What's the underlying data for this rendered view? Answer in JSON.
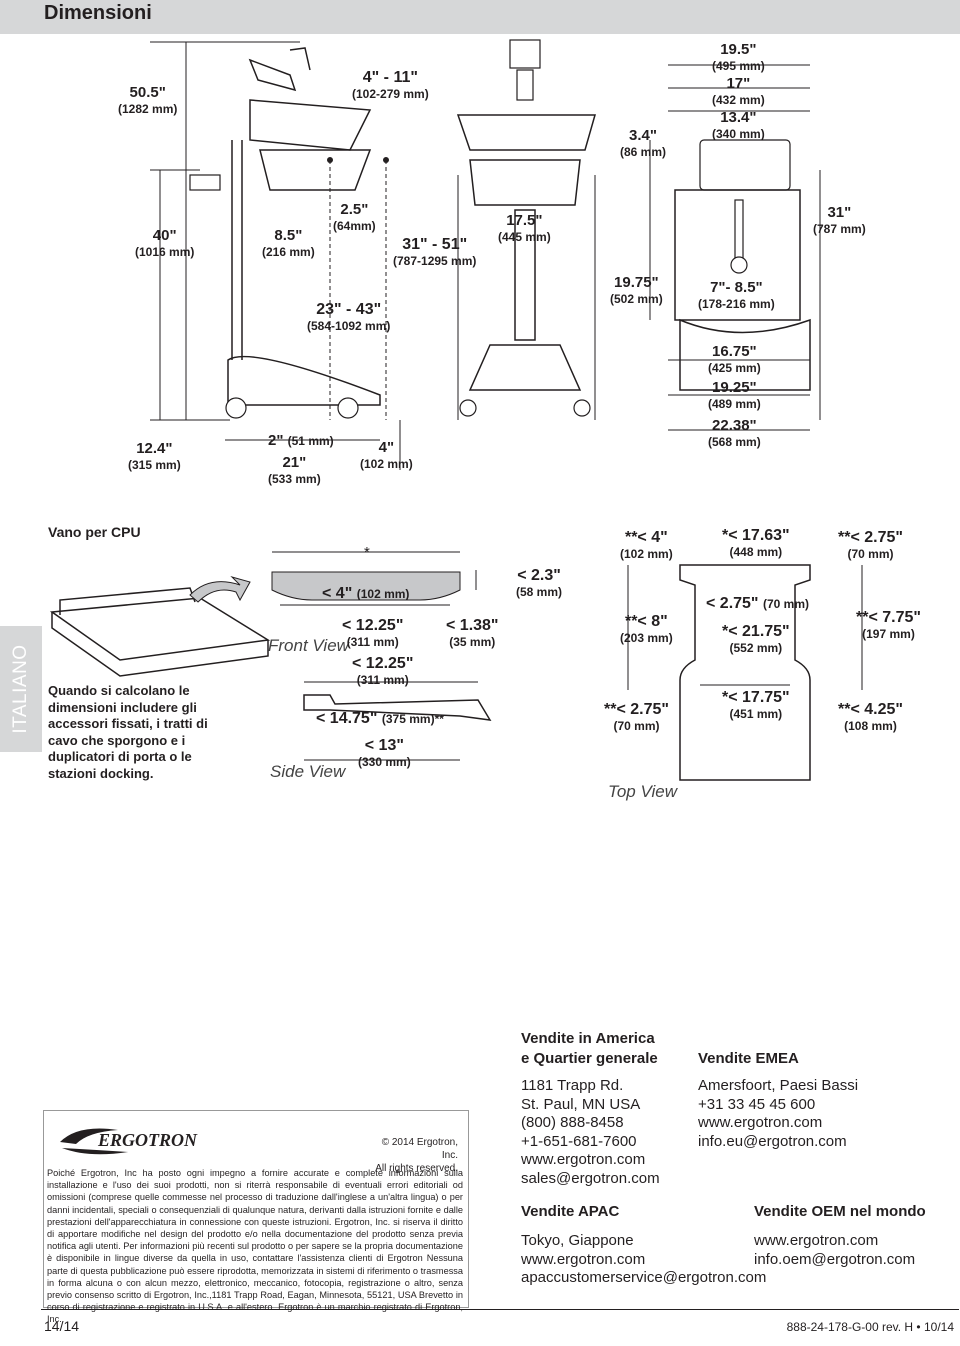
{
  "header": {
    "title": "Dimensioni"
  },
  "side_tab": "ITALIANO",
  "top_dims": {
    "d_50_5": {
      "v": "50.5\"",
      "mm": "(1282 mm)"
    },
    "d_40": {
      "v": "40\"",
      "mm": "(1016 mm)"
    },
    "d_8_5": {
      "v": "8.5\"",
      "mm": "(216 mm)"
    },
    "d_2_5": {
      "v": "2.5\"",
      "mm": "(64mm)"
    },
    "d_4_11": {
      "v": "4\" - 11\"",
      "mm": "(102-279 mm)"
    },
    "d_31_51": {
      "v": "31\" - 51\"",
      "mm": "(787-1295 mm)"
    },
    "d_23_43": {
      "v": "23\" - 43\"",
      "mm": "(584-1092 mm)"
    },
    "d_12_4": {
      "v": "12.4\"",
      "mm": "(315 mm)"
    },
    "d_2": {
      "v": "2\"",
      "mm": "(51 mm)"
    },
    "d_21": {
      "v": "21\"",
      "mm": "(533 mm)"
    },
    "d_4": {
      "v": "4\"",
      "mm": "(102 mm)"
    },
    "d_17_5": {
      "v": "17.5\"",
      "mm": "(445 mm)"
    },
    "d_3_4": {
      "v": "3.4\"",
      "mm": "(86 mm)"
    },
    "d_19_75": {
      "v": "19.75\"",
      "mm": "(502 mm)"
    },
    "d_19_5": {
      "v": "19.5\"",
      "mm": "(495 mm)"
    },
    "d_17": {
      "v": "17\"",
      "mm": "(432 mm)"
    },
    "d_13_4": {
      "v": "13.4\"",
      "mm": "(340 mm)"
    },
    "d_31": {
      "v": "31\"",
      "mm": "(787 mm)"
    },
    "d_7_8_5": {
      "v": "7\"- 8.5\"",
      "mm": "(178-216 mm)"
    },
    "d_16_75": {
      "v": "16.75\"",
      "mm": "(425 mm)"
    },
    "d_19_25": {
      "v": "19.25\"",
      "mm": "(489 mm)"
    },
    "d_22_38": {
      "v": "22.38\"",
      "mm": "(568 mm)"
    }
  },
  "cpu": {
    "title": "Vano per CPU",
    "note": "Quando si calcolano le dimensioni includere gli accessori fissati, i tratti di cavo che sporgono e i duplicatori di porta o le stazioni docking.",
    "asterisk": "*",
    "front_view": "Front View",
    "side_view": "Side View",
    "top_view": "Top View",
    "fv_4": {
      "v": "< 4\"",
      "mm": "(102 mm)"
    },
    "fv_12_25": {
      "v": "< 12.25\"",
      "mm": "(311 mm)"
    },
    "fv_1_38": {
      "v": "< 1.38\"",
      "mm": "(35 mm)"
    },
    "fv_2_3": {
      "v": "< 2.3\"",
      "mm": "(58 mm)"
    },
    "sv_12_25": {
      "v": "< 12.25\"",
      "mm": "(311 mm)"
    },
    "sv_14_75": {
      "v": "< 14.75\"",
      "mm": "(375 mm)**"
    },
    "sv_13": {
      "v": "< 13\"",
      "mm": "(330 mm)"
    },
    "tv_4": {
      "v": "**< 4\"",
      "mm": "(102 mm)"
    },
    "tv_17_63": {
      "v": "*< 17.63\"",
      "mm": "(448 mm)"
    },
    "tv_2_75_top": {
      "v": "**< 2.75\"",
      "mm": "(70 mm)"
    },
    "tv_8": {
      "v": "**< 8\"",
      "mm": "(203 mm)"
    },
    "tv_2_75_mid": {
      "v": "< 2.75\"",
      "mm": "(70 mm)"
    },
    "tv_21_75": {
      "v": "*< 21.75\"",
      "mm": "(552 mm)"
    },
    "tv_7_75": {
      "v": "**< 7.75\"",
      "mm": "(197 mm)"
    },
    "tv_2_75_low": {
      "v": "**< 2.75\"",
      "mm": "(70 mm)"
    },
    "tv_17_75": {
      "v": "*< 17.75\"",
      "mm": "(451 mm)"
    },
    "tv_4_25": {
      "v": "**< 4.25\"",
      "mm": "(108 mm)"
    }
  },
  "legal": {
    "brand": "ERGOTRON",
    "copyright_1": "© 2014 Ergotron, Inc.",
    "copyright_2": "All rights reserved.",
    "text": "Poiché Ergotron, Inc ha posto ogni impegno a fornire accurate e complete informazioni sulla installazione e l'uso dei suoi prodotti, non si riterrà responsabile di eventuali errori editoriali od omissioni (comprese quelle commesse nel processo di traduzione dall'inglese a un'altra lingua) o per danni incidentali, speciali o consequenziali di qualunque natura, derivanti dalla istruzioni fornite e dalle prestazioni dell'apparecchiatura in connessione con queste istruzioni. Ergotron, Inc. si riserva il diritto di apportare modifiche nel design del prodotto e/o nella documentazione del prodotto senza previa notifica agli utenti. Per informazioni più recenti sul prodotto o per sapere se la propria documentazione è disponibile in lingue diverse da quella in uso, contattare l'assistenza clienti di Ergotron Nessuna parte di questa pubblicazione può essere riprodotta, memorizzata in sistemi di riferimento o trasmessa in forma alcuna o con alcun mezzo, elettronico, meccanico, fotocopia, registrazione o altro, senza previo consenso scritto di Ergotron, Inc.,1181 Trapp Road, Eagan, Minnesota, 55121, USA Brevetto in corso di registrazione e registrato in U.S.A. e all'estero. Ergotron è un marchio registrato di Ergotron, Inc."
  },
  "contacts": {
    "america": {
      "title_1": "Vendite in America",
      "title_2": "e Quartier generale",
      "lines": [
        "1181 Trapp Rd.",
        "St. Paul, MN USA",
        "(800) 888-8458",
        "+1-651-681-7600",
        "www.ergotron.com",
        "sales@ergotron.com"
      ]
    },
    "emea": {
      "title": "Vendite EMEA",
      "lines": [
        "Amersfoort, Paesi Bassi",
        "+31 33 45 45 600",
        "www.ergotron.com",
        "info.eu@ergotron.com"
      ]
    },
    "apac": {
      "title": "Vendite APAC",
      "lines": [
        "Tokyo, Giappone",
        "www.ergotron.com",
        "apaccustomerservice@ergotron.com"
      ]
    },
    "oem": {
      "title": "Vendite OEM nel mondo",
      "lines": [
        "www.ergotron.com",
        "info.oem@ergotron.com"
      ]
    }
  },
  "footer": {
    "page": "14/14",
    "doc_code": "888-24-178-G-00 rev. H • 10/14"
  }
}
